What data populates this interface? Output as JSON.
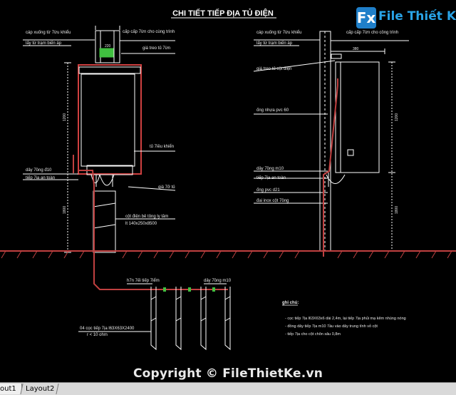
{
  "drawing": {
    "title": "CHI TIẾT TIẾP ĐỊA TỦ ĐIỆN",
    "left_labels": {
      "cap_xuong": "cáp xuống từ 7ừu khiểu",
      "tu_tram": "lấy từ trạm biến áp",
      "cap_cap": "cấp cấp 7ừn cho cùng trình",
      "gia_treo": "giá treo tủ 7ừn",
      "tu_dieu_khien": "tủ 7iều khiển",
      "day_dong": "dây 7ồng đ10",
      "tiep_dia_an_toan": "tiếp 7ịa an toàn",
      "gia_do": "giá 7ỡ tủ",
      "cot_dien": "cột điện bê tông ly tâm",
      "cot_spec": "lt 140x250x8500"
    },
    "right_labels": {
      "cap_xuong": "cáp xuống từ 7ừu khiểu",
      "tu_tram": "lấy từ trạm biến áp",
      "cap_cap": "cấp cấp 7ừn cho công trình",
      "gia_treo": "giá treo tủ cột điện",
      "ong_nhua": "ống nhựa pvc 60",
      "day_dong": "dây 7ồng m10",
      "tiep_dia": "tiếp 7ịa an toàn",
      "ong_pvc": "ống pvc d21",
      "dai_inox": "đai inox cột 7ồng"
    },
    "dims": {
      "d_top": "220",
      "d_box": "1200",
      "d_pole": "1800",
      "d_right_top": "380",
      "d_right_box": "1200",
      "d_right_pole": "1800"
    },
    "ground": {
      "hookup": "h7n 7ếi tiếp 7iểm",
      "wire": "dây 7ồng m10",
      "rod_spec": "04 cọc tiếp 7ịa l63X63X2400",
      "resistance": "r < 10 ohm"
    },
    "notes": {
      "heading": "ghi chú:",
      "items": [
        "- cọc tiếp 7ịa l63X63x6 dài 2,4m, lại tiếp 7ịa phủi mạ kẽm nhúng nóng",
        "- đồng dây tiếp 7ịa m10 7ầu vào dây trung tính vỏ cột",
        "- tiếp 7ịa cho cột chôn sâu 0,8m"
      ]
    }
  },
  "watermark": {
    "logo_glyph": "Fx",
    "logo_text": "File Thiết Kế.vn",
    "copyright": "Copyright © FileThietKe.vn"
  },
  "tabs": {
    "layout1": "out1",
    "layout2": "Layout2"
  },
  "colors": {
    "background": "#000000",
    "frame": "#d04040",
    "line": "#ffffff",
    "text": "#e8e8e8",
    "rebar": "#40c040",
    "earth": "#c04040"
  }
}
